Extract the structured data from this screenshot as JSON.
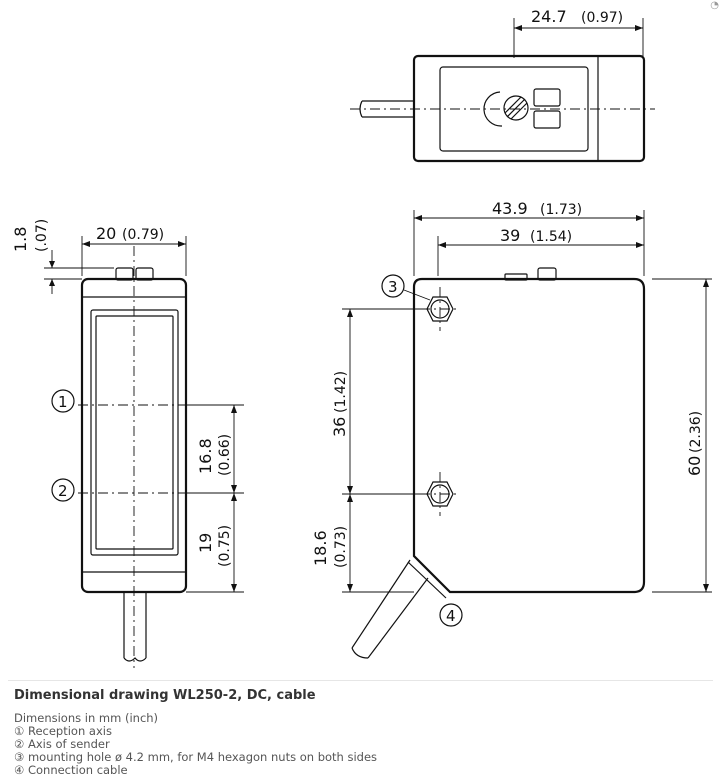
{
  "dimensions": {
    "top_width": "24.7",
    "top_width_in": "(0.97)",
    "slot_depth": "1.8",
    "slot_depth_in": "(.07)",
    "front_width": "20",
    "front_width_in": "(0.79)",
    "total_width": "43.9",
    "total_width_in": "(1.73)",
    "body_width": "39",
    "body_width_in": "(1.54)",
    "axis_spacing": "16.8",
    "axis_spacing_in": "(0.66)",
    "axis_bottom": "19",
    "axis_bottom_in": "(0.75)",
    "hole_spacing": "36",
    "hole_spacing_in": "(1.42)",
    "hole_bottom": "18.6",
    "hole_bottom_in": "(0.73)",
    "height": "60",
    "height_in": "(2.36)"
  },
  "callouts": {
    "c1": "①",
    "c2": "②",
    "c3": "③",
    "c4": "④"
  },
  "caption": {
    "title": "Dimensional drawing WL250-2, DC, cable",
    "units": "Dimensions in mm (inch)",
    "items": [
      "① Reception axis",
      "② Axis of sender",
      "③ mounting hole ø 4.2 mm, for M4 hexagon nuts on both sides",
      "④ Connection cable"
    ]
  },
  "corner_mark": "◔"
}
